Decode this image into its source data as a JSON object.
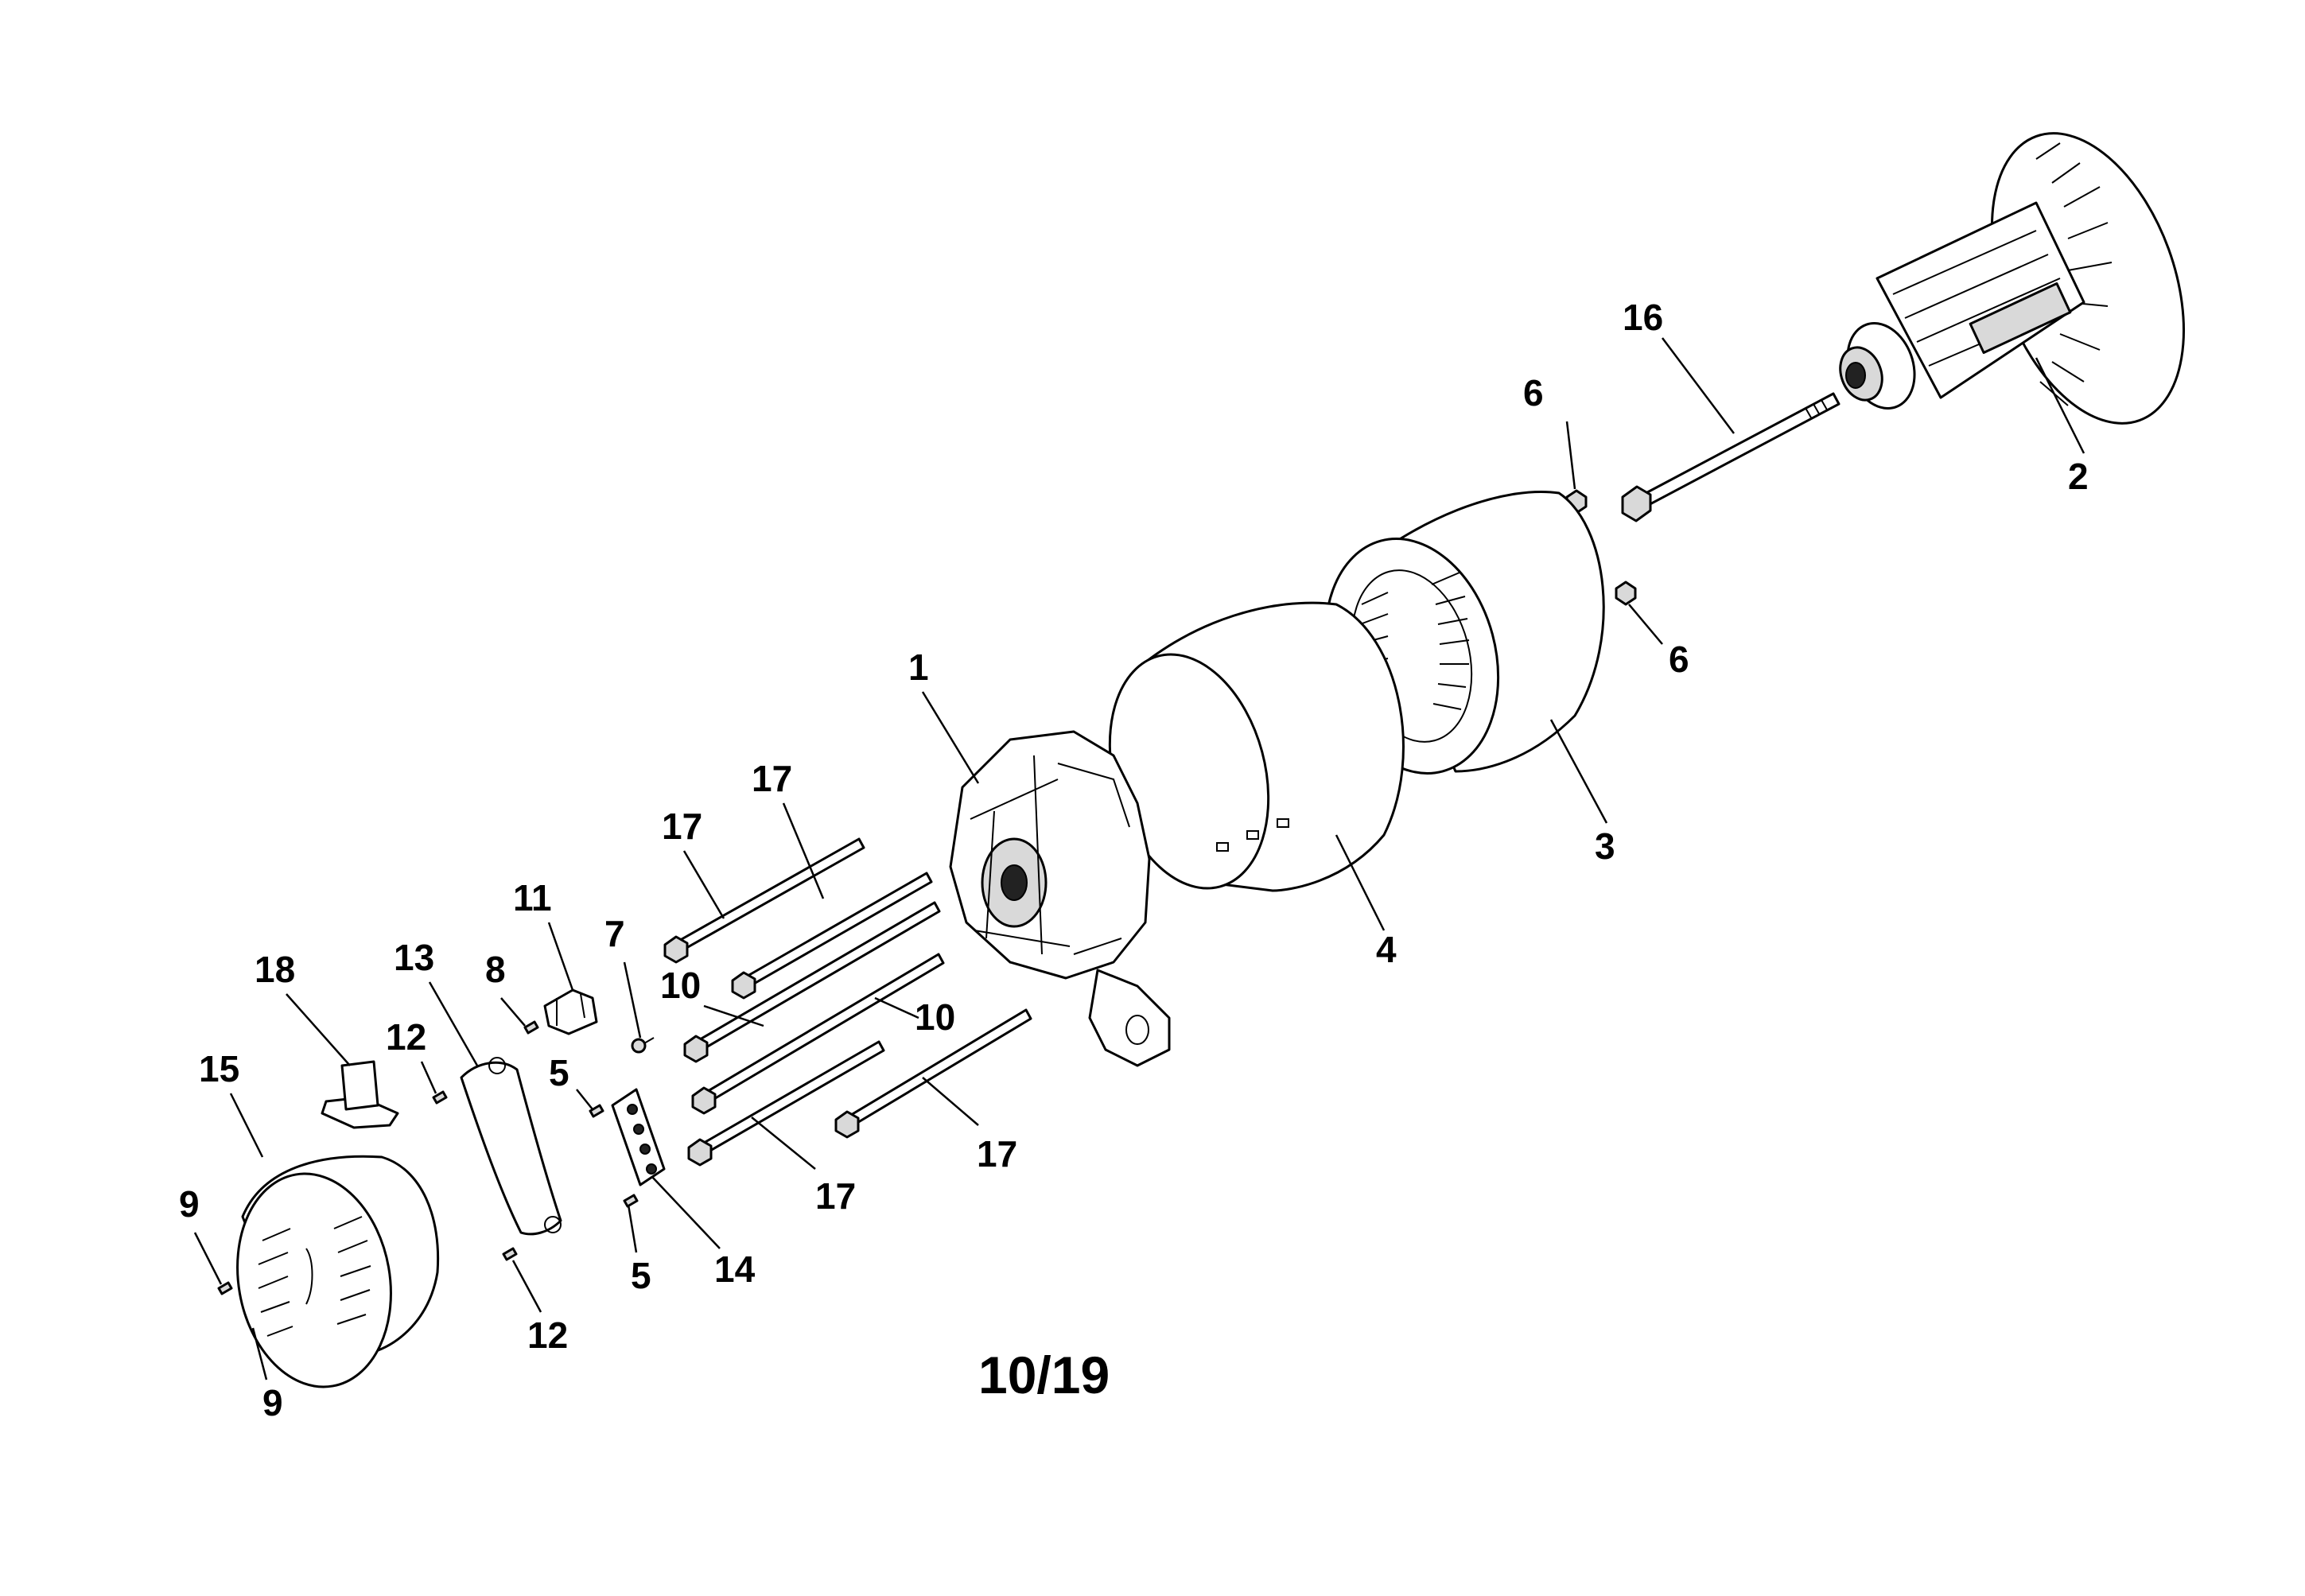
{
  "page_ref": "10/19",
  "callouts": {
    "c1": "1",
    "c2": "2",
    "c3": "3",
    "c4": "4",
    "c5a": "5",
    "c5b": "5",
    "c6a": "6",
    "c6b": "6",
    "c7": "7",
    "c8": "8",
    "c9a": "9",
    "c9b": "9",
    "c10a": "10",
    "c10b": "10",
    "c11": "11",
    "c12a": "12",
    "c12b": "12",
    "c13": "13",
    "c14": "14",
    "c15": "15",
    "c16": "16",
    "c17a": "17",
    "c17b": "17",
    "c17c": "17",
    "c17d": "17",
    "c18": "18"
  }
}
